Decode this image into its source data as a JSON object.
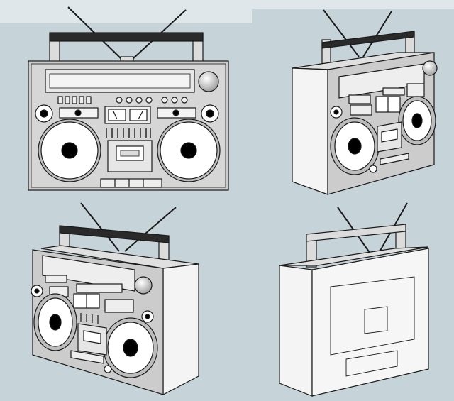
{
  "scene": {
    "background_color": "#c6d3d8",
    "upper_band_color": "#dfe7ea",
    "views": [
      {
        "view": "front"
      },
      {
        "view": "three-quarter-right"
      },
      {
        "view": "three-quarter-left"
      },
      {
        "view": "back"
      }
    ]
  },
  "palette": {
    "body": "#c9c9c9",
    "body_light": "#e2e2e2",
    "side": "#f2f2f2",
    "handle_bar": "#2a2a2a",
    "handle_post": "#dcdcdc",
    "outline": "#1a1a1a",
    "speaker_ring": "#ffffff",
    "speaker_center": "#000000"
  },
  "icons": [
    "antenna-icon",
    "speaker-icon",
    "knob-icon",
    "meter-icon",
    "cassette-icon"
  ]
}
